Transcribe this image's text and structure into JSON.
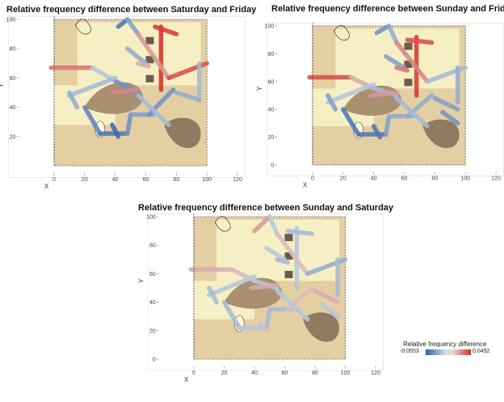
{
  "panels": [
    {
      "title": "Relative frequency difference between Saturday and Friday"
    },
    {
      "title": "Relative frequency difference between Sunday and Friday"
    },
    {
      "title": "Relative frequency difference between Sunday and Saturday"
    }
  ],
  "legend": {
    "title": "Relative frequency difference",
    "min": "-0.0553",
    "max": "0.0452"
  },
  "colors": {
    "negative": "#2b5fa8",
    "neutral": "#dfe6ee",
    "positive": "#d62a20",
    "map_base": "#e4cfa3",
    "map_light": "#f7efc4"
  },
  "chart_data": [
    {
      "type": "heatmap",
      "title": "Relative frequency difference between Saturday and Friday",
      "xlabel": "X",
      "ylabel": "Y",
      "xlim": [
        -30,
        125
      ],
      "ylim": [
        -5,
        100
      ],
      "xticks": [
        0,
        20,
        40,
        60,
        80,
        100,
        120
      ],
      "yticks": [
        20,
        40,
        60,
        80,
        100
      ],
      "color_range": [
        -0.0553,
        0.0452
      ]
    },
    {
      "type": "heatmap",
      "title": "Relative frequency difference between Sunday and Friday",
      "xlabel": "X",
      "ylabel": "Y",
      "xlim": [
        -30,
        125
      ],
      "ylim": [
        -5,
        100
      ],
      "xticks": [
        0,
        20,
        40,
        60,
        80,
        100,
        120
      ],
      "yticks": [
        0,
        20,
        40,
        60,
        80,
        100
      ],
      "color_range": [
        -0.0553,
        0.0452
      ]
    },
    {
      "type": "heatmap",
      "title": "Relative frequency difference between Sunday and Saturday",
      "xlabel": "X",
      "ylabel": "Y",
      "xlim": [
        -30,
        125
      ],
      "ylim": [
        -5,
        100
      ],
      "xticks": [
        0,
        20,
        40,
        60,
        80,
        100,
        120
      ],
      "yticks": [
        0,
        20,
        40,
        60,
        80,
        100
      ],
      "color_range": [
        -0.0553,
        0.0452
      ]
    }
  ]
}
